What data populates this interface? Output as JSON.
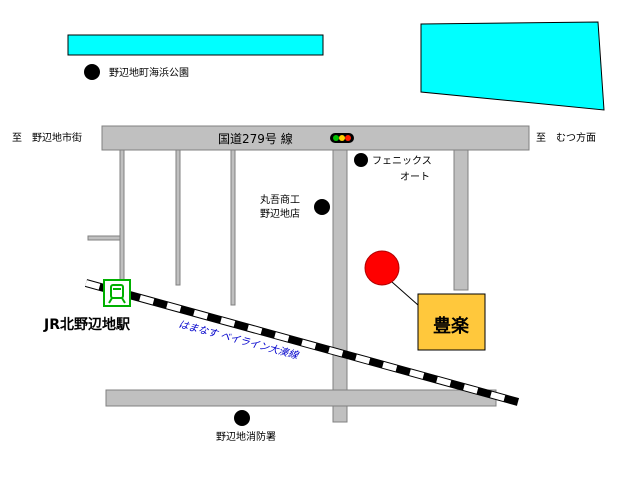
{
  "colors": {
    "road": "#c0c0c0",
    "road_edge": "#808080",
    "water": "#00ffff",
    "marker": "#000000",
    "destination": "#ff0000",
    "callout": "#ffc83c",
    "railway_label": "#0000cc"
  },
  "map": {
    "park_label": "野辺地町海浜公園",
    "route_label": "国道279号 線",
    "traffic_light_icon": "traffic-light-icon",
    "to_left": "至　野辺地市街",
    "to_right": "至　むつ方面",
    "phoenix_label": [
      "フェニックス",
      "オート"
    ],
    "maruyoshi_label": [
      "丸吾商工",
      "野辺地店"
    ],
    "station_icon": "train-icon",
    "station_label": "JR北野辺地駅",
    "railway_label": "はまなす ベイライン大湊線",
    "destination_label": "豊楽",
    "fire_station_label": "野辺地消防署"
  }
}
